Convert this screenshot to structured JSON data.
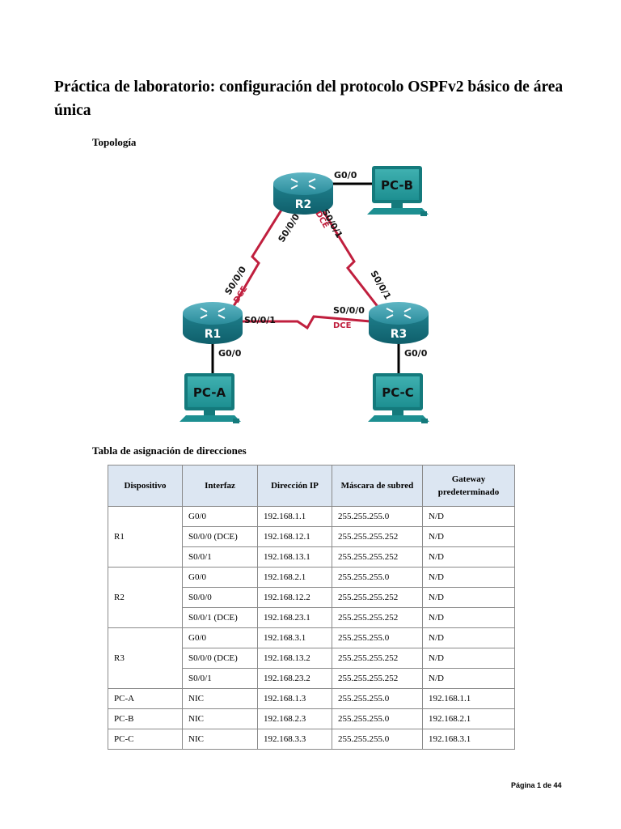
{
  "document": {
    "title": "Práctica de laboratorio: configuración del protocolo OSPFv2 básico de área única",
    "topology_heading": "Topología",
    "table_heading": "Tabla de asignación de direcciones",
    "footer": "Página 1 de 44"
  },
  "topology": {
    "routers": {
      "r1": "R1",
      "r2": "R2",
      "r3": "R3"
    },
    "pcs": {
      "pca": "PC-A",
      "pcb": "PC-B",
      "pcc": "PC-C"
    },
    "labels": {
      "r2_g00": "G0/0",
      "r2_s000": "S0/0/0",
      "r2_s001": "S0/0/1",
      "r2_dce": "DCE",
      "r1_s000": "S0/0/0",
      "r1_dce": "DCE",
      "r1_s001": "S0/0/1",
      "r1_g00": "G0/0",
      "r3_s001": "S0/0/1",
      "r3_s000": "S0/0/0",
      "r3_dce": "DCE",
      "r3_g00": "G0/0"
    },
    "colors": {
      "serial_link": "#c01f3e",
      "router": "#1f7f8c",
      "pc": "#1d8f91",
      "ethernet_link": "#000000"
    }
  },
  "address_table": {
    "headers": [
      "Dispositivo",
      "Interfaz",
      "Dirección IP",
      "Máscara de subred",
      "Gateway predeterminado"
    ],
    "devices": [
      {
        "name": "R1",
        "rows": [
          [
            "G0/0",
            "192.168.1.1",
            "255.255.255.0",
            "N/D"
          ],
          [
            "S0/0/0 (DCE)",
            "192.168.12.1",
            "255.255.255.252",
            "N/D"
          ],
          [
            "S0/0/1",
            "192.168.13.1",
            "255.255.255.252",
            "N/D"
          ]
        ]
      },
      {
        "name": "R2",
        "rows": [
          [
            "G0/0",
            "192.168.2.1",
            "255.255.255.0",
            "N/D"
          ],
          [
            "S0/0/0",
            "192.168.12.2",
            "255.255.255.252",
            "N/D"
          ],
          [
            "S0/0/1 (DCE)",
            "192.168.23.1",
            "255.255.255.252",
            "N/D"
          ]
        ]
      },
      {
        "name": "R3",
        "rows": [
          [
            "G0/0",
            "192.168.3.1",
            "255.255.255.0",
            "N/D"
          ],
          [
            "S0/0/0 (DCE)",
            "192.168.13.2",
            "255.255.255.252",
            "N/D"
          ],
          [
            "S0/0/1",
            "192.168.23.2",
            "255.255.255.252",
            "N/D"
          ]
        ]
      },
      {
        "name": "PC-A",
        "rows": [
          [
            "NIC",
            "192.168.1.3",
            "255.255.255.0",
            "192.168.1.1"
          ]
        ]
      },
      {
        "name": "PC-B",
        "rows": [
          [
            "NIC",
            "192.168.2.3",
            "255.255.255.0",
            "192.168.2.1"
          ]
        ]
      },
      {
        "name": "PC-C",
        "rows": [
          [
            "NIC",
            "192.168.3.3",
            "255.255.255.0",
            "192.168.3.1"
          ]
        ]
      }
    ]
  }
}
